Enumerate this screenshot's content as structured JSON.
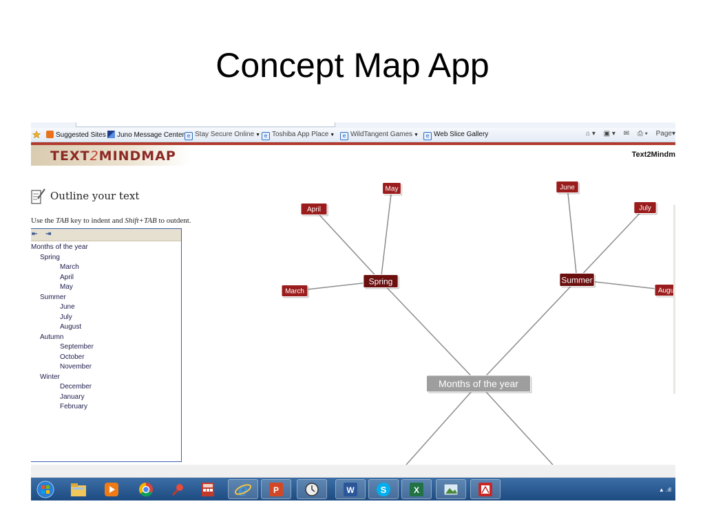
{
  "slide": {
    "title": "Concept Map App"
  },
  "browser": {
    "favorites": [
      {
        "label": "Suggested Sites",
        "has_caret": false,
        "icon": "suggested-sites-icon"
      },
      {
        "label": "Juno Message Center",
        "has_caret": false,
        "icon": "juno-icon"
      },
      {
        "label": "Stay Secure Online",
        "has_caret": true,
        "icon": "ie-page-icon"
      },
      {
        "label": "Toshiba App Place",
        "has_caret": true,
        "icon": "ie-page-icon"
      },
      {
        "label": "WildTangent Games",
        "has_caret": true,
        "icon": "ie-page-icon"
      },
      {
        "label": "Web Slice Gallery",
        "has_caret": false,
        "icon": "ie-page-icon"
      }
    ],
    "toolbar_page_label": "Page"
  },
  "app": {
    "logo_left": "TEXT",
    "logo_mid": "2",
    "logo_right": "MINDMAP",
    "site_title": "Text2Mindm",
    "outline_heading": "Outline your text",
    "hint": {
      "p1": "Use the ",
      "k1": "TAB",
      "p2": " key to indent and ",
      "k2": "Shift+TAB",
      "p3": " to outdent."
    },
    "outline": [
      {
        "text": "Months of the year",
        "level": 0
      },
      {
        "text": "Spring",
        "level": 1
      },
      {
        "text": "March",
        "level": 2
      },
      {
        "text": "April",
        "level": 2
      },
      {
        "text": "May",
        "level": 2
      },
      {
        "text": "Summer",
        "level": 1
      },
      {
        "text": "June",
        "level": 2
      },
      {
        "text": "July",
        "level": 2
      },
      {
        "text": "August",
        "level": 2
      },
      {
        "text": "Autumn",
        "level": 1
      },
      {
        "text": "September",
        "level": 2
      },
      {
        "text": "October",
        "level": 2
      },
      {
        "text": "November",
        "level": 2
      },
      {
        "text": "Winter",
        "level": 1
      },
      {
        "text": "December",
        "level": 2
      },
      {
        "text": "January",
        "level": 2
      },
      {
        "text": "February",
        "level": 2
      }
    ]
  },
  "mindmap": {
    "root": "Months of the year",
    "branches": [
      {
        "label": "Spring",
        "children": [
          "March",
          "April",
          "May"
        ]
      },
      {
        "label": "Summer",
        "children": [
          "June",
          "July",
          "Augus"
        ]
      }
    ],
    "colors": {
      "root": "#9e9e9e",
      "branch": "#6b0f0f",
      "leaf": "#9b1c1c",
      "line": "#8c8c8c"
    }
  },
  "taskbar": {
    "apps": [
      "start-orb",
      "file-explorer",
      "media-player",
      "chrome",
      "pin-app",
      "calculator",
      "internet-explorer",
      "powerpoint",
      "clock-app",
      "word",
      "skype",
      "excel",
      "photo-viewer",
      "acrobat"
    ]
  }
}
